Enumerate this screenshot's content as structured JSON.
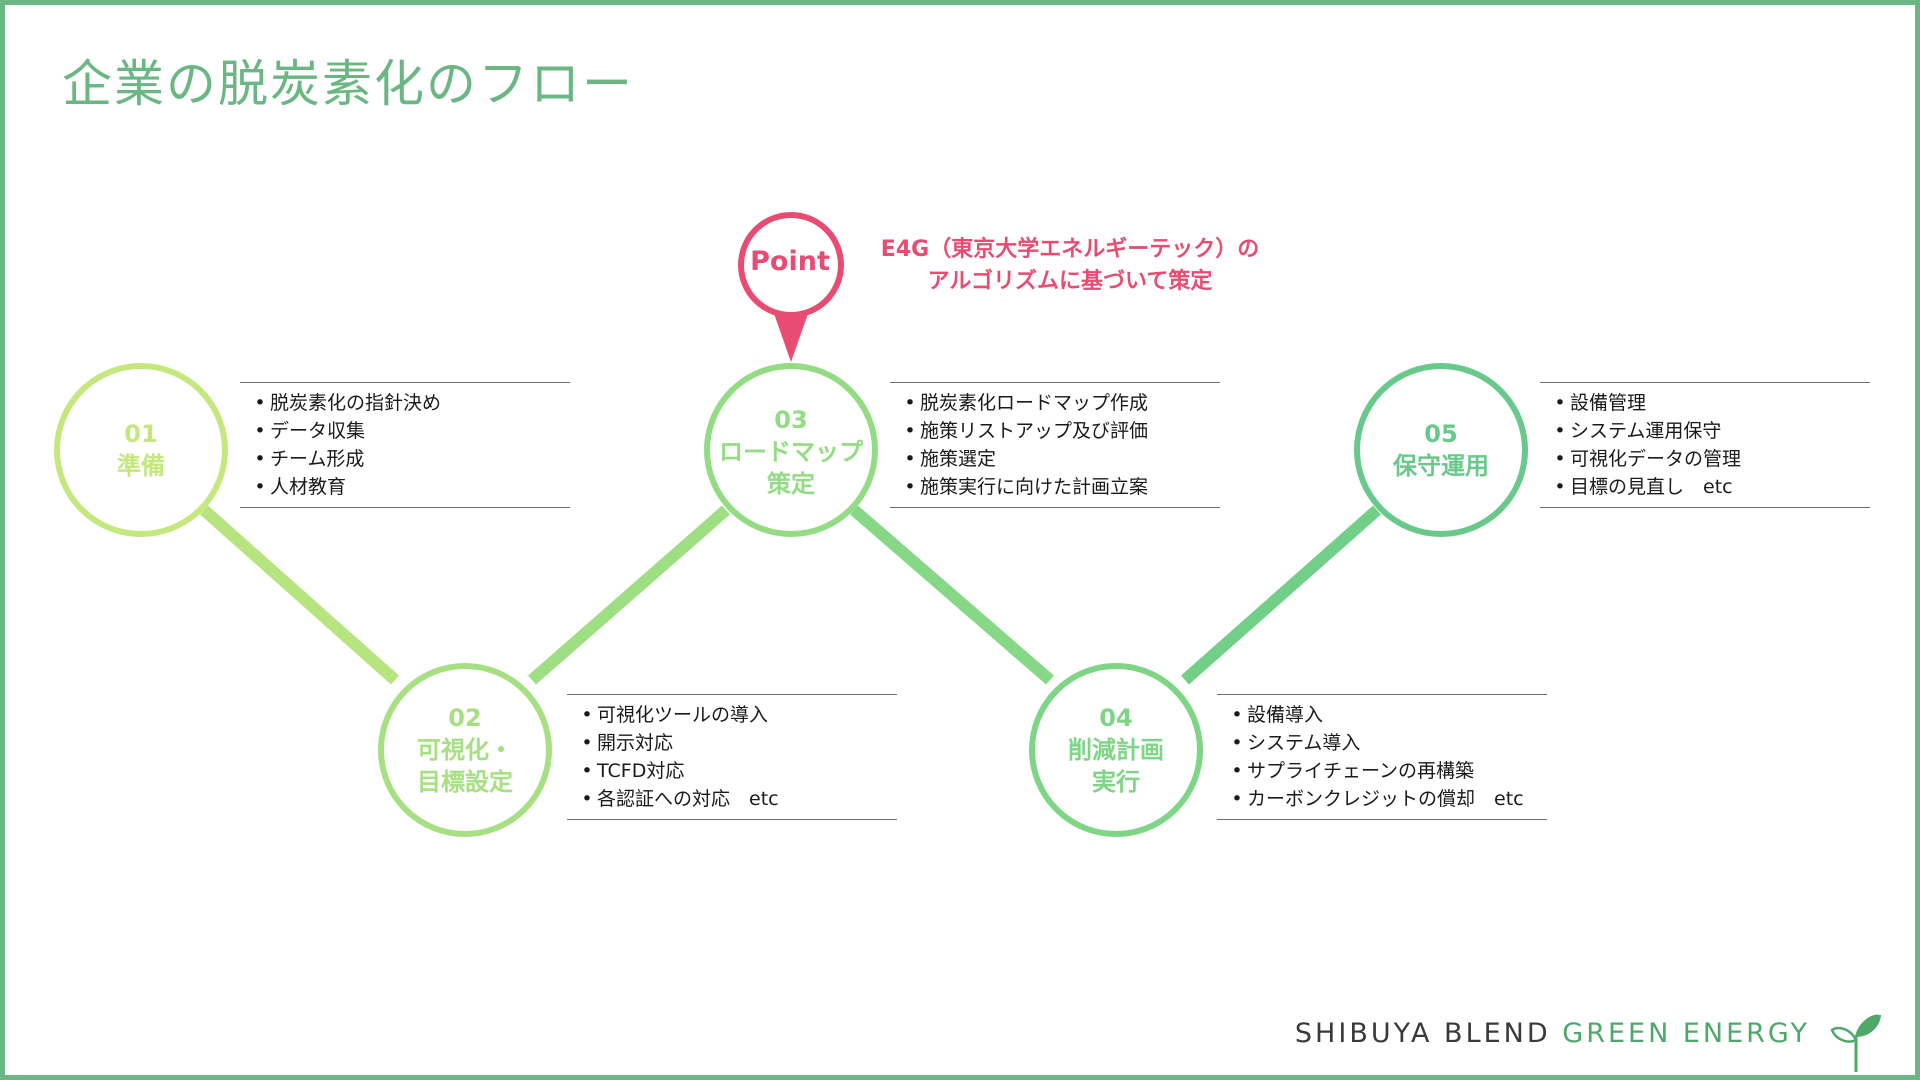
{
  "title": "企業の脱炭素化のフロー",
  "point": {
    "label": "Point",
    "lines": [
      "E4G（東京大学エネルギーテック）の",
      "アルゴリズムに基づいて策定"
    ],
    "color": "#e84c72"
  },
  "steps": [
    {
      "num": "01",
      "name": "準備",
      "color": "#c4e87e",
      "bullets": [
        "脱炭素化の指針決め",
        "データ収集",
        "チーム形成",
        "人材教育"
      ]
    },
    {
      "num": "02",
      "name": "可視化・\n目標設定",
      "color": "#a6e082",
      "bullets": [
        "可視化ツールの導入",
        "開示対応",
        "TCFD対応",
        "各認証への対応　etc"
      ]
    },
    {
      "num": "03",
      "name": "ロードマップ\n策定",
      "color": "#94dc83",
      "bullets": [
        "脱炭素化ロードマップ作成",
        "施策リストアップ及び評価",
        "施策選定",
        "施策実行に向けた計画立案"
      ]
    },
    {
      "num": "04",
      "name": "削減計画\n実行",
      "color": "#7fd586",
      "bullets": [
        "設備導入",
        "システム導入",
        "サプライチェーンの再構築",
        "カーボンクレジットの償却　etc"
      ]
    },
    {
      "num": "05",
      "name": "保守運用",
      "color": "#68c98a",
      "bullets": [
        "設備管理",
        "システム運用保守",
        "可視化データの管理",
        "目標の見直し　etc"
      ]
    }
  ],
  "brand": {
    "part1": "SHIBUYA BLEND ",
    "part2": "GREEN ENERGY"
  },
  "bullet_char": "•"
}
